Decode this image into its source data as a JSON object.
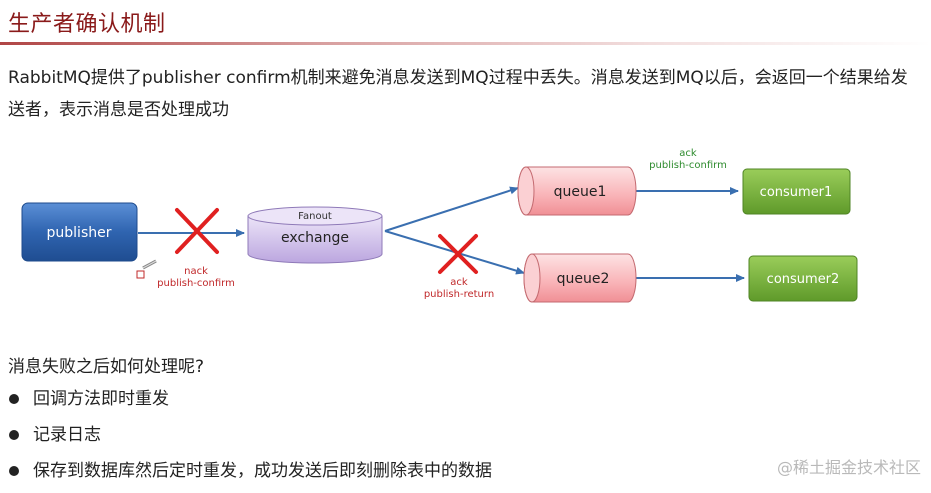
{
  "page": {
    "title": "生产者确认机制",
    "intro": "RabbitMQ提供了publisher confirm机制来避免消息发送到MQ过程中丢失。消息发送到MQ以后，会返回一个结果给发送者，表示消息是否处理成功",
    "question": "消息失败之后如何处理呢?",
    "bullets": [
      "回调方法即时重发",
      "记录日志",
      "保存到数据库然后定时重发，成功发送后即刻删除表中的数据"
    ],
    "watermark": "@稀土掘金技术社区"
  },
  "diagram": {
    "publisher": "publisher",
    "exchange_type": "Fanout",
    "exchange": "exchange",
    "queue1": "queue1",
    "queue2": "queue2",
    "consumer1": "consumer1",
    "consumer2": "consumer2",
    "nack_line1": "nack",
    "nack_line2": "publish-confirm",
    "ack_return_line1": "ack",
    "ack_return_line2": "publish-return",
    "ack_confirm_line1": "ack",
    "ack_confirm_line2": "publish-confirm",
    "colors": {
      "publisher": "#2f64b0",
      "exchange": "#c9b7e6",
      "queue": "#f7a3a8",
      "consumer": "#7ab43c",
      "arrow": "#3a6fb0",
      "cross": "#e02020",
      "label_red": "#c0282a",
      "label_green": "#2e8b2e"
    }
  }
}
